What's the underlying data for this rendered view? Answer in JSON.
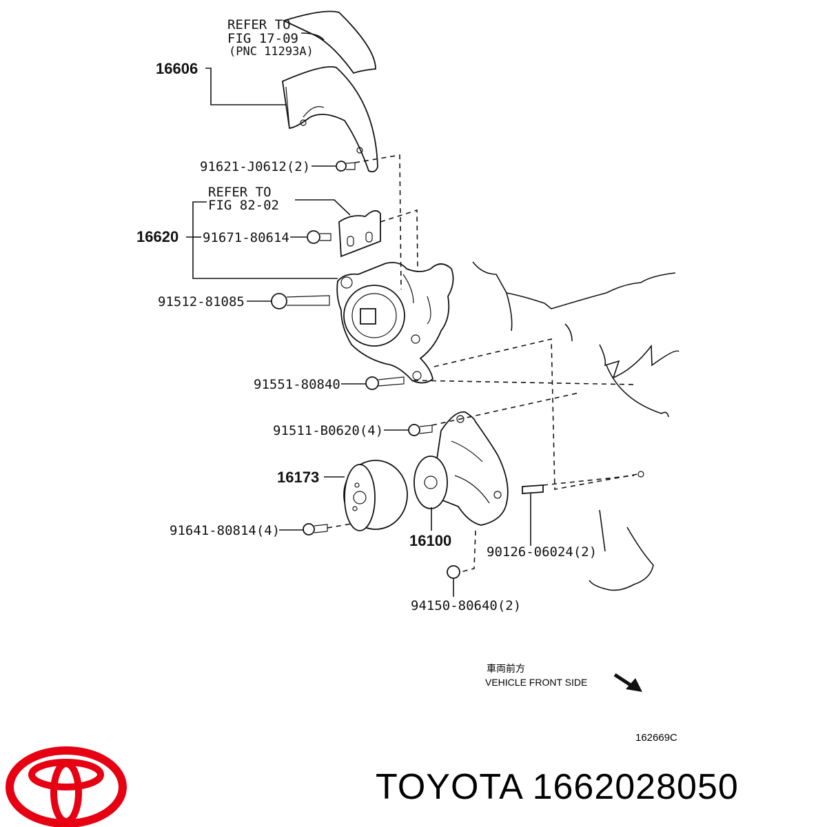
{
  "callouts": {
    "refer_1709_line1": "REFER TO",
    "refer_1709_line2": "FIG 17-09",
    "refer_1709_line3": "(PNC 11293A)",
    "refer_8202_line1": "REFER TO",
    "refer_8202_line2": "FIG 82-02"
  },
  "parts": {
    "p16606": "16606",
    "p91621": "91621-J0612(2)",
    "p16620": "16620",
    "p91671": "91671-80614",
    "p91512": "91512-81085",
    "p91551": "91551-80840",
    "p91511": "91511-B0620(4)",
    "p16173": "16173",
    "p91641": "91641-80814(4)",
    "p16100": "16100",
    "p90126": "90126-06024(2)",
    "p94150": "94150-80640(2)"
  },
  "orientation": {
    "jp": "車両前方",
    "en": "VEHICLE FRONT SIDE"
  },
  "figure_code": "162669C",
  "footer": {
    "brand": "TOYOTA",
    "part_number": "1662028050"
  },
  "colors": {
    "logo_red": "#e60012",
    "ink": "#111111"
  }
}
